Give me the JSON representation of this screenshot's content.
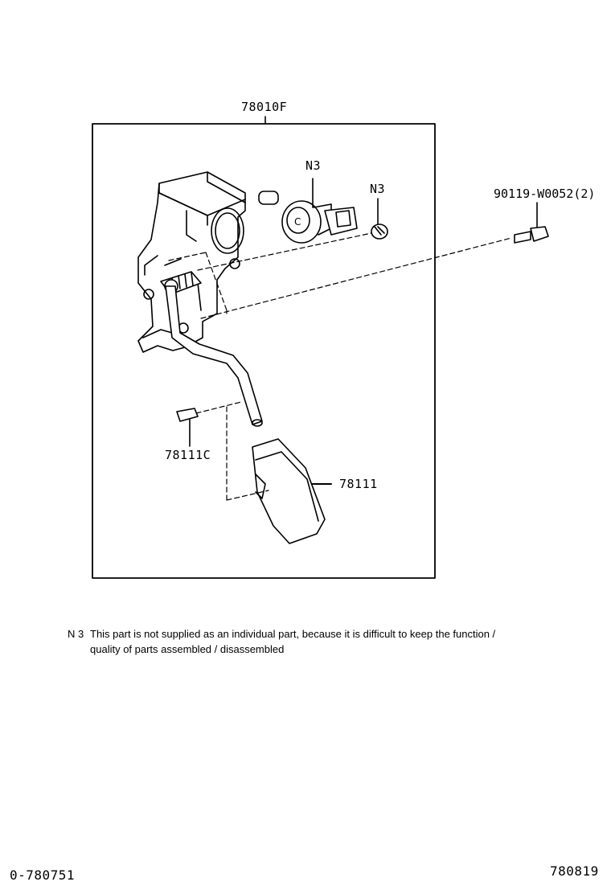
{
  "labels": {
    "assembly": "78010F",
    "sensor": "N3",
    "clip": "N3",
    "bolt": "90119-W0052(2)",
    "pin": "78111C",
    "pad": "78111"
  },
  "note": {
    "code": "N 3",
    "line1": "This part is not supplied as an individual part, because it is difficult to keep the function /",
    "line2": "quality of parts assembled / disassembled"
  },
  "footer": {
    "left": "0-780751",
    "right": "780819"
  }
}
